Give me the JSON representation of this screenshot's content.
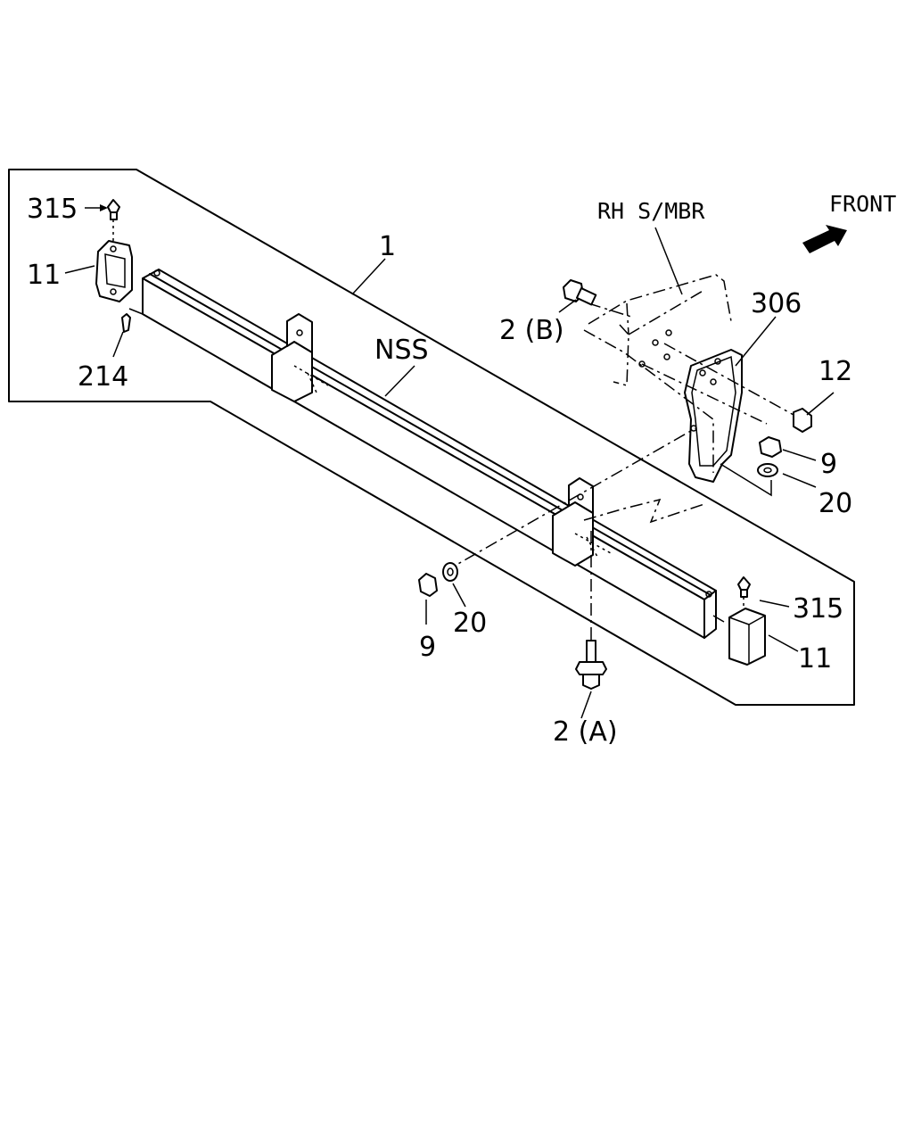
{
  "diagram": {
    "orientation_label": "FRONT",
    "frame_member_label": "RH S/MBR",
    "assembly_label": "NSS",
    "callouts": {
      "part_1": "1",
      "part_315_upper": "315",
      "part_11_upper": "11",
      "part_214": "214",
      "part_2b": "2 (B)",
      "part_306": "306",
      "part_12": "12",
      "part_9_right": "9",
      "part_20_right": "20",
      "part_9_left": "9",
      "part_20_left": "20",
      "part_315_lower": "315",
      "part_11_lower": "11",
      "part_2a": "2 (A)"
    },
    "icons": [
      "front-arrow-icon"
    ]
  }
}
